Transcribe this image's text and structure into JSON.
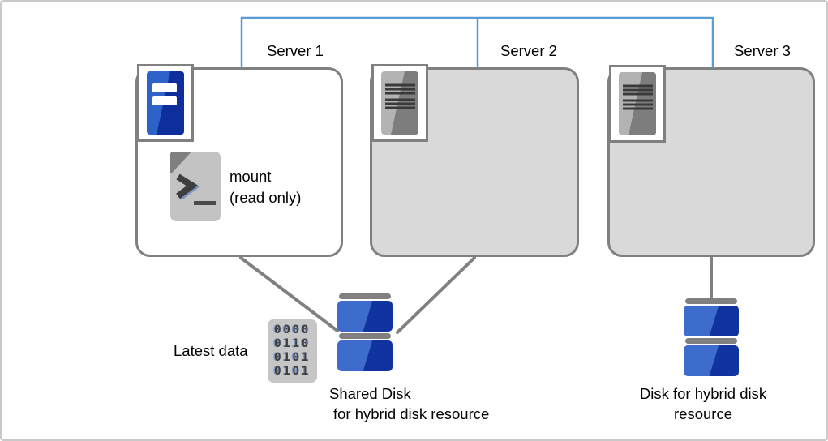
{
  "diagram_title": "",
  "servers": [
    {
      "label": "Server 1",
      "state": "active",
      "icon": "blue-tower-server-icon"
    },
    {
      "label": "Server 2",
      "state": "standby",
      "icon": "gray-tower-server-icon"
    },
    {
      "label": "Server 3",
      "state": "standby",
      "icon": "gray-tower-server-icon"
    }
  ],
  "mount_note": {
    "lines": [
      "mount",
      "(read only)"
    ],
    "icon": "terminal-script-file-icon"
  },
  "latest_data": {
    "label": "Latest data",
    "icon": "binary-data-icon",
    "binary_rows": [
      "0000",
      "0110",
      "0101",
      "0101"
    ]
  },
  "disks": {
    "shared": {
      "caption_lines": [
        "Shared Disk",
        "for hybrid disk resource"
      ],
      "icon": "stacked-disk-icon"
    },
    "hybrid": {
      "caption_lines": [
        "Disk for hybrid disk",
        "resource"
      ],
      "icon": "stacked-disk-icon"
    }
  },
  "connections": {
    "network": "interconnect-line-linking-server1-server2-server3",
    "shared_disk_links": [
      "server1",
      "server2"
    ],
    "hybrid_disk_link": "server3"
  },
  "colors": {
    "network_blue": "#5b9bd5",
    "border_gray": "#808080",
    "standby_fill": "#d9d9d9",
    "active_fill": "#ffffff",
    "server_blue_light": "#2d62c8",
    "server_blue_dark": "#0e2f9b",
    "disk_blue_light": "#3e6ccc",
    "disk_blue_dark": "#10339f",
    "icon_gray_light": "#b3b3b3",
    "icon_gray_dark": "#7d7d7d",
    "vent_dark": "#3a3a3a",
    "chip_gray": "#c6c6c6",
    "page_gray": "#c3c3c3",
    "fold_gray": "#7f7f7f",
    "glyph_dark": "#3f3f3f",
    "canvas_border": "#c9c9c9",
    "text_color": "#000000"
  }
}
